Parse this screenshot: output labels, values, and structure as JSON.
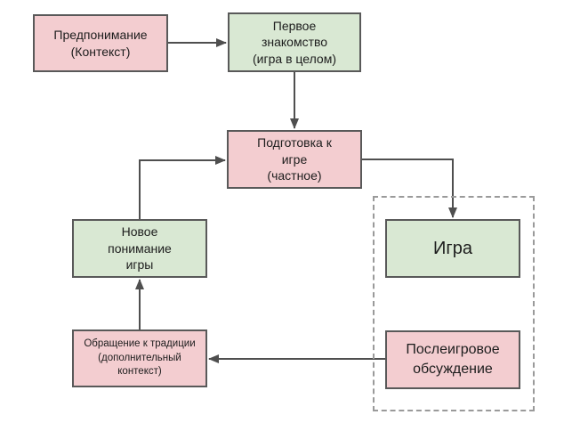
{
  "colors": {
    "background": "#ffffff",
    "node_pink": "#f3cdd0",
    "node_green": "#d9e8d3",
    "node_border": "#595959",
    "arrow": "#4f4f4f",
    "dashed_border": "#9a9a9a",
    "text": "#1d1d1d"
  },
  "nodes": {
    "preunderstanding": {
      "label": "Предпонимание\n(Контекст)",
      "color": "pink"
    },
    "first_acquaintance": {
      "label": "Первое\nзнакомство\n(игра в целом)",
      "color": "green"
    },
    "preparation": {
      "label": "Подготовка к\nигре\n(частное)",
      "color": "pink"
    },
    "new_understanding": {
      "label": "Новое\nпонимание\nигры",
      "color": "green"
    },
    "tradition": {
      "label": "Обращение к традиции\n(дополнительный\nконтекст)",
      "color": "pink"
    },
    "game": {
      "label": "Игра",
      "color": "green"
    },
    "postgame": {
      "label": "Послеигровое\nобсуждение",
      "color": "pink"
    }
  },
  "edges": [
    {
      "from": "preunderstanding",
      "to": "first_acquaintance"
    },
    {
      "from": "first_acquaintance",
      "to": "preparation"
    },
    {
      "from": "preparation",
      "to": "game"
    },
    {
      "from": "postgame",
      "to": "tradition"
    },
    {
      "from": "tradition",
      "to": "new_understanding"
    },
    {
      "from": "new_understanding",
      "to": "preparation"
    }
  ]
}
